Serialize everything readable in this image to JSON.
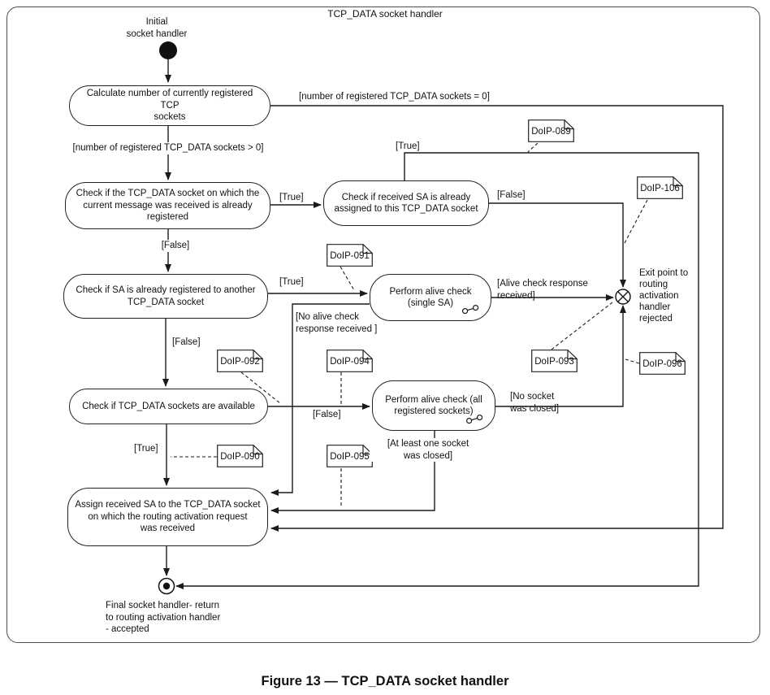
{
  "diagram": {
    "title": "TCP_DATA socket handler",
    "caption": "Figure 13 — TCP_DATA socket handler"
  },
  "nodes": {
    "initial": {
      "label": "Initial\nsocket handler"
    },
    "final": {
      "label": "Final socket handler- return\nto routing activation handler\n- accepted"
    },
    "exit": {
      "label": "Exit point to\nrouting\nactivation\nhandler\nrejected"
    }
  },
  "activities": {
    "calc": "Calculate number of currently registered TCP\nsockets",
    "check_socket_registered": "Check if the TCP_DATA socket on which the\ncurrent message was received is already\nregistered",
    "check_sa_assigned": "Check if received SA is already\nassigned to this TCP_DATA socket",
    "check_sa_other": "Check if SA is already registered to another\nTCP_DATA socket",
    "alive_single": "Perform alive check\n(single SA)",
    "check_available": "Check if TCP_DATA sockets are available",
    "alive_all": "Perform alive check  (all\nregistered sockets)",
    "assign": "Assign received SA to the TCP_DATA socket\non which the routing activation request\nwas received"
  },
  "edge_labels": {
    "sockets_zero": "[number of registered TCP_DATA sockets = 0]",
    "sockets_positive": "[number of registered TCP_DATA sockets > 0]",
    "true_sa_assigned": "[True]",
    "false_sa_assigned": "[False]",
    "true_to_sa_check": "[True]",
    "false_socket_registered": "[False]",
    "true_to_alive_single": "[True]",
    "alive_response": "[Alive check response\nreceived]",
    "no_alive_response": "[No alive check\nresponse received ]",
    "false_sa_other": "[False]",
    "false_available": "[False]",
    "no_socket_closed": "[No socket\nwas closed]",
    "socket_closed": "[At least one socket\nwas closed]",
    "true_available": "[True]"
  },
  "notes": [
    {
      "label": "DoIP-089"
    },
    {
      "label": "DoIP-106"
    },
    {
      "label": "DoIP-091"
    },
    {
      "label": "DoIP-092"
    },
    {
      "label": "DoIP-094"
    },
    {
      "label": "DoIP-093"
    },
    {
      "label": "DoIP-096"
    },
    {
      "label": "DoIP-090"
    },
    {
      "label": "DoIP-095"
    }
  ]
}
